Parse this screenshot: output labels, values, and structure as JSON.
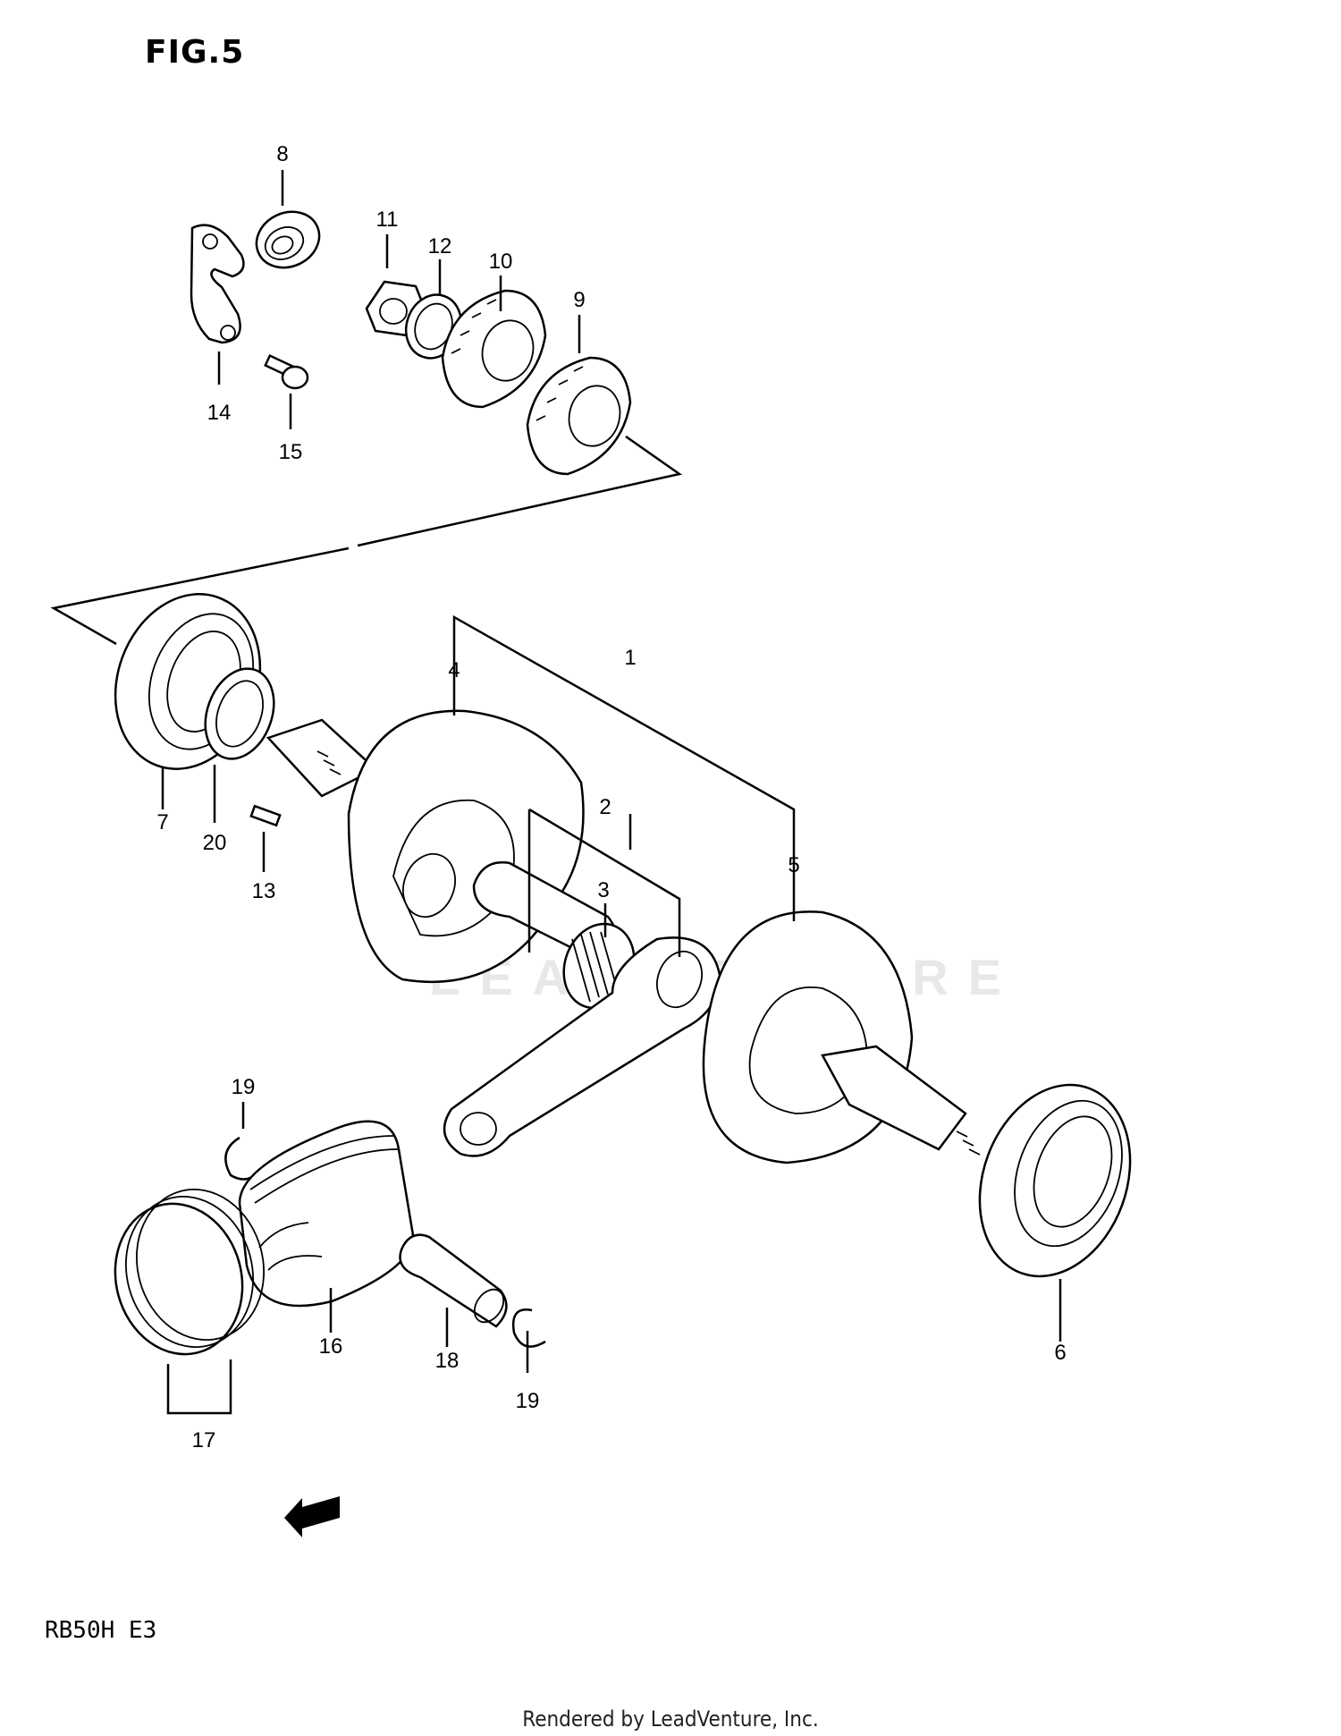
{
  "header": {
    "figure": "FIG.5"
  },
  "footer": {
    "model": "RB50H  E3",
    "rendered_by": "Rendered by LeadVenture, Inc."
  },
  "watermark": {
    "text": "LEADVENTURE"
  },
  "direction_marker": {
    "label": "FWD",
    "icon": "fwd-arrow-icon"
  },
  "callouts": [
    "1",
    "2",
    "3",
    "4",
    "5",
    "6",
    "7",
    "8",
    "9",
    "10",
    "11",
    "12",
    "13",
    "14",
    "15",
    "16",
    "17",
    "18",
    "19",
    "19",
    "20"
  ]
}
